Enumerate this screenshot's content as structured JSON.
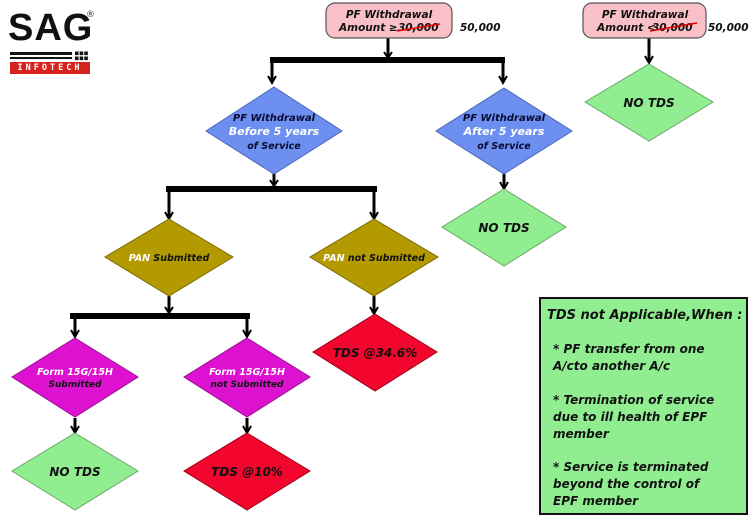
{
  "logo": {
    "name": "SAG",
    "registered_mark": "®",
    "subtitle": "INFOTECH",
    "brand_color": "#d7231f"
  },
  "top_boxes": [
    {
      "line1": "PF Withdrawal",
      "prefix": "Amount ≥ ",
      "struck_value": "30,000",
      "revised_value": "50,000"
    },
    {
      "line1": "PF Withdrawal",
      "prefix": "Amount < ",
      "struck_value": "30,000",
      "revised_value": "50,000"
    }
  ],
  "nodes": {
    "before5": {
      "lines": [
        "PF Withdrawal",
        "Before 5  years",
        "of Service"
      ]
    },
    "after5": {
      "lines": [
        "PF Withdrawal",
        "After 5  years",
        "of Service"
      ]
    },
    "no_tds_top_right": {
      "lines": [
        "NO TDS"
      ]
    },
    "no_tds_after5": {
      "lines": [
        "NO TDS"
      ]
    },
    "pan_submitted": {
      "pan": "PAN",
      "rest": " Submitted"
    },
    "pan_not_submitted": {
      "pan": "PAN",
      "rest": " not  Submitted"
    },
    "tds_34": {
      "lines": [
        "TDS @34.6%"
      ]
    },
    "form_submitted": {
      "lines": [
        "Form 15G/15H",
        "Submitted"
      ]
    },
    "form_not_submitted": {
      "lines": [
        "Form 15G/15H",
        "not  Submitted"
      ]
    },
    "no_tds_form": {
      "lines": [
        "NO TDS"
      ]
    },
    "tds_10": {
      "lines": [
        "TDS @10%"
      ]
    }
  },
  "colors": {
    "pink_box": "#f9c0c8",
    "blue_diamond": "#6d8ff0",
    "green_diamond": "#90ee90",
    "olive_diamond": "#b39a00",
    "magenta_diamond": "#dd12d0",
    "red_diamond": "#f2062e",
    "strike": "#e00000"
  },
  "note": {
    "title": "TDS not  Applicable,When :",
    "items": [
      "* PF transfer from one\nA/cto another A/c",
      "* Termination of service\ndue to ill health of EPF\nmember",
      "* Service is terminated\nbeyond the control of\nEPF member"
    ]
  }
}
